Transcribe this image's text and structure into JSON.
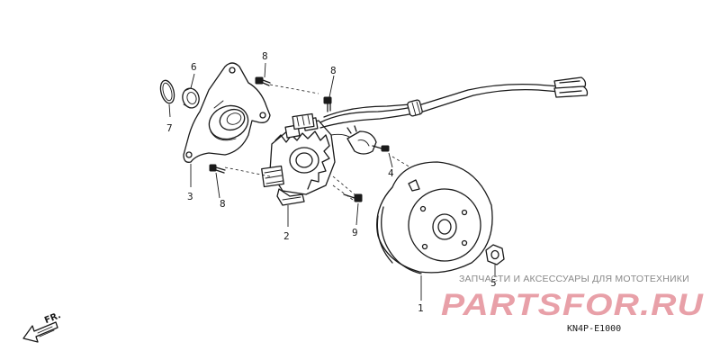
{
  "diagram": {
    "code": "KN4P-E1000",
    "front_marker": "FR.",
    "callouts": [
      "1",
      "2",
      "3",
      "4",
      "5",
      "6",
      "7",
      "8",
      "8",
      "8",
      "9"
    ]
  },
  "watermark": {
    "text": "ЗАПЧАСТИ И АКСЕССУАРЫ ДЛЯ МОТОТЕХНИКИ",
    "logo": "PARTSFOR.RU",
    "color": "#e8a0a8"
  }
}
